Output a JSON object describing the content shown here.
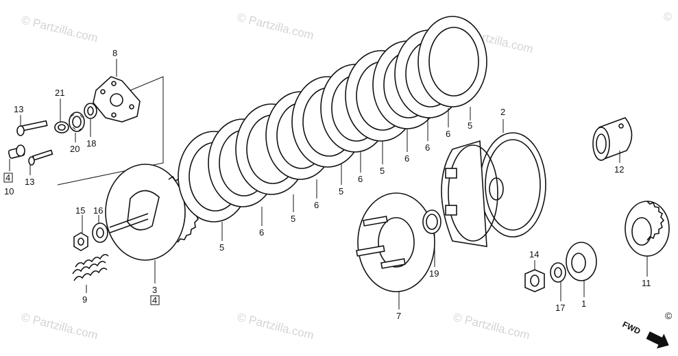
{
  "watermark": {
    "text": "© Partzilla.com",
    "instances": [
      "wm1",
      "wm2",
      "wm3",
      "wm4",
      "wm5",
      "wm6"
    ]
  },
  "corner_copyright": "©",
  "fwd_label": "FWD",
  "callouts": {
    "c1": "1",
    "c2": "2",
    "c3": "3",
    "c3b": "4",
    "c5a": "5",
    "c5b": "5",
    "c5c": "5",
    "c5d": "5",
    "c5e": "5",
    "c6a": "6",
    "c6b": "6",
    "c6c": "6",
    "c6d": "6",
    "c6e": "6",
    "c6f": "6",
    "c7": "7",
    "c8": "8",
    "c9": "9",
    "c10": "10",
    "c10b": "4",
    "c11": "11",
    "c12": "12",
    "c13a": "13",
    "c13b": "13",
    "c14": "14",
    "c15": "15",
    "c16": "16",
    "c17": "17",
    "c18": "18",
    "c19": "19",
    "c20": "20",
    "c21": "21"
  }
}
